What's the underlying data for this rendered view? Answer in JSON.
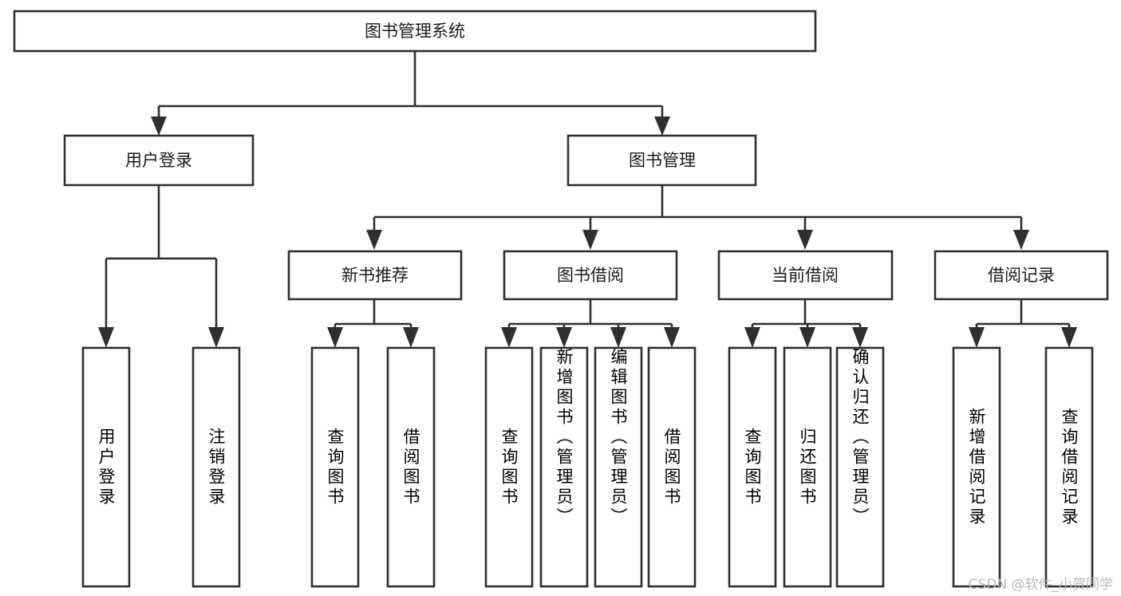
{
  "diagram": {
    "title": "图书管理系统",
    "type": "tree-hierarchy-chart",
    "orientation": "top-down",
    "colors": {
      "box_stroke": "#2f2f2f",
      "box_fill": "#ffffff",
      "connector": "#2f2f2f",
      "text": "#1a1a1a",
      "background": "#ffffff",
      "watermark": "#b9b9b9"
    }
  },
  "root": {
    "label": "图书管理系统"
  },
  "level2": [
    {
      "label": "用户登录"
    },
    {
      "label": "图书管理"
    }
  ],
  "level3": [
    {
      "label": "新书推荐"
    },
    {
      "label": "图书借阅"
    },
    {
      "label": "当前借阅"
    },
    {
      "label": "借阅记录"
    }
  ],
  "leaves": {
    "user_login": [
      {
        "label": "用户登录"
      },
      {
        "label": "注销登录"
      }
    ],
    "new_book_recommend": [
      {
        "label": "查询图书"
      },
      {
        "label": "借阅图书"
      }
    ],
    "book_borrow": [
      {
        "label": "查询图书"
      },
      {
        "label": "新增图书（管理员）"
      },
      {
        "label": "编辑图书（管理员）"
      },
      {
        "label": "借阅图书"
      }
    ],
    "current_borrow": [
      {
        "label": "查询图书"
      },
      {
        "label": "归还图书"
      },
      {
        "label": "确认归还（管理员）"
      }
    ],
    "borrow_record": [
      {
        "label": "新增借阅记录"
      },
      {
        "label": "查询借阅记录"
      }
    ]
  },
  "watermark": {
    "text": "CSDN @软件_小贺同学"
  }
}
